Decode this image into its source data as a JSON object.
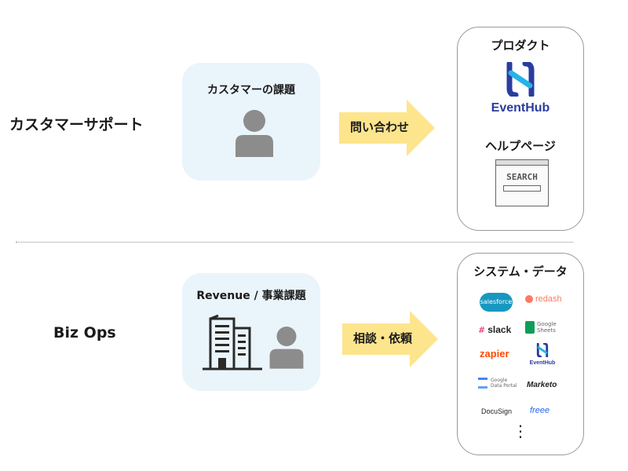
{
  "rows": {
    "support": {
      "label": "カスタマーサポート",
      "issue_title": "カスタマーの課題",
      "arrow_label": "問い合わせ"
    },
    "bizops": {
      "label": "Biz Ops",
      "issue_title": "Revenue / 事業課題",
      "arrow_label": "相談・依頼"
    }
  },
  "panel_product": {
    "title": "プロダクト",
    "product_logo_text": "EventHub",
    "help_title": "ヘルプページ",
    "search_text": "SEARCH"
  },
  "panel_systems": {
    "title": "システム・データ",
    "logos": {
      "salesforce": "salesforce",
      "redash": "redash",
      "slack": "slack",
      "google_sheets_1": "Google",
      "google_sheets_2": "Sheets",
      "zapier": "zapier",
      "eventhub": "EventHub",
      "data_portal_1": "Google",
      "data_portal_2": "Data Portal",
      "marketo": "Marketo",
      "docusign": "DocuSign",
      "freee": "freee",
      "more": "⋮"
    }
  },
  "colors": {
    "issue_bg": "#eaf4fb",
    "arrow": "#fde58d",
    "person": "#8c8c8c",
    "eventhub_blue": "#2b3c9e",
    "eventhub_cyan": "#24b4e6"
  }
}
